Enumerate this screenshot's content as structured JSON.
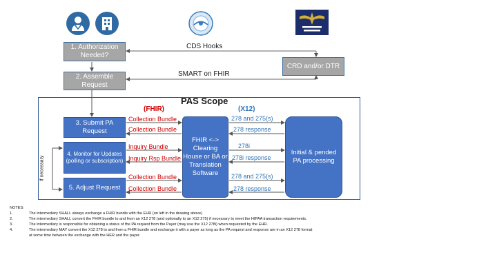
{
  "roles": {
    "provider_icon": "doctor-icon",
    "hospital_icon": "hospital-icon",
    "ehr_logo_icon": "fhir-logo-icon",
    "payer_logo_icon": "health-insurance-logo-icon"
  },
  "boxes": {
    "authorization": "1. Authorization Needed?",
    "assemble": "2. Assemble Request",
    "crd_dtr": "CRD and/or DTR",
    "submit": "3. Submit PA Request",
    "monitor": "4. Monitor for Updates (polling or subscription)",
    "adjust": "5. Adjust Request",
    "clearinghouse": "FHIR <-> Clearing House or BA or Translation Software",
    "payer_processing": "Initial & pended PA processing"
  },
  "links": {
    "cds_hooks": "CDS Hooks",
    "smart_on_fhir": "SMART on FHIR"
  },
  "scope": {
    "title": "PAS Scope",
    "fhir_heading": "(FHIR)",
    "x12_heading": "(X12)",
    "if_necessary": "If necessary"
  },
  "fhir_labels": {
    "submit_out": "Collection Bundle",
    "submit_in": "Collection Bundle",
    "monitor_out": "Inquiry Bundle",
    "monitor_in": "Inquiry Rsp Bundle",
    "adjust_out": "Collection Bundle",
    "adjust_in": "Collection Bundle"
  },
  "x12_labels": {
    "submit_out": "278 and 275(s)",
    "submit_in": "278 response",
    "monitor_out": "278i",
    "monitor_in": "278i response",
    "adjust_out": "278 and 275(s)",
    "adjust_in": "278 response"
  },
  "notes": {
    "heading": "NOTES:",
    "items": [
      {
        "num": "1.",
        "text": "The intermediary SHALL always exchange a FHIR bundle with the EHR (on left in the drawing above)"
      },
      {
        "num": "2.",
        "text": "The intermediary SHALL convert the FHIR bundle to and from an X12 278 (and optionally to an X12 275) if necessary to meet the HIPAA  transaction requirements."
      },
      {
        "num": "3.",
        "text": "The intermediary is responsible for obtaining a status of the PA request from the Payer (may use the X12 278i) when requested by the EHR."
      },
      {
        "num": "4.",
        "text": "The intermediary MAY convert the X12 278 to and from a FHIR bundle and exchange it with a payer as long as the PA request and response are in an X12 278 format"
      }
    ],
    "continuation": "at some time between the exchange with the HER  and the payer."
  },
  "colors": {
    "gray_box": "#a6a6a6",
    "blue_box": "#4472c4",
    "fhir_red": "#cc0000",
    "x12_blue": "#2e74b5",
    "scope_border": "#2f5597"
  }
}
